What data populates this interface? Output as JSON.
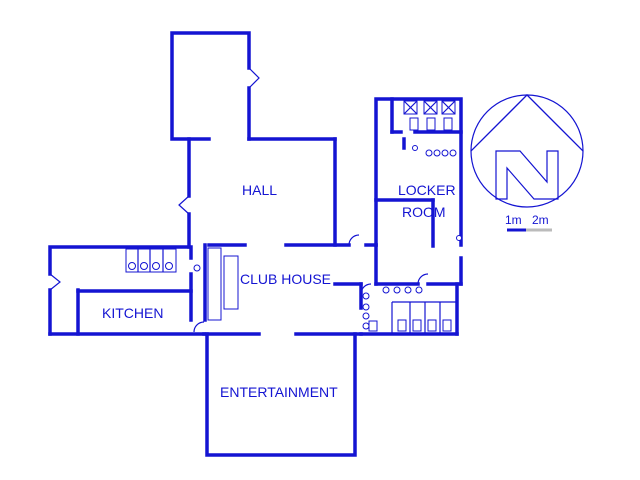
{
  "plan": {
    "rooms": {
      "hall": "HALL",
      "locker_line1": "LOCKER",
      "locker_line2": "ROOM",
      "club_house": "CLUB HOUSE",
      "kitchen": "KITCHEN",
      "entertainment": "ENTERTAINMENT"
    },
    "scale": {
      "label_1": "1m",
      "label_2": "2m"
    },
    "colors": {
      "wall": "#1414d2",
      "background": "#ffffff",
      "scale_grey": "#bbbbbb"
    },
    "icons": {
      "north_arrow": "north-arrow-icon"
    }
  }
}
